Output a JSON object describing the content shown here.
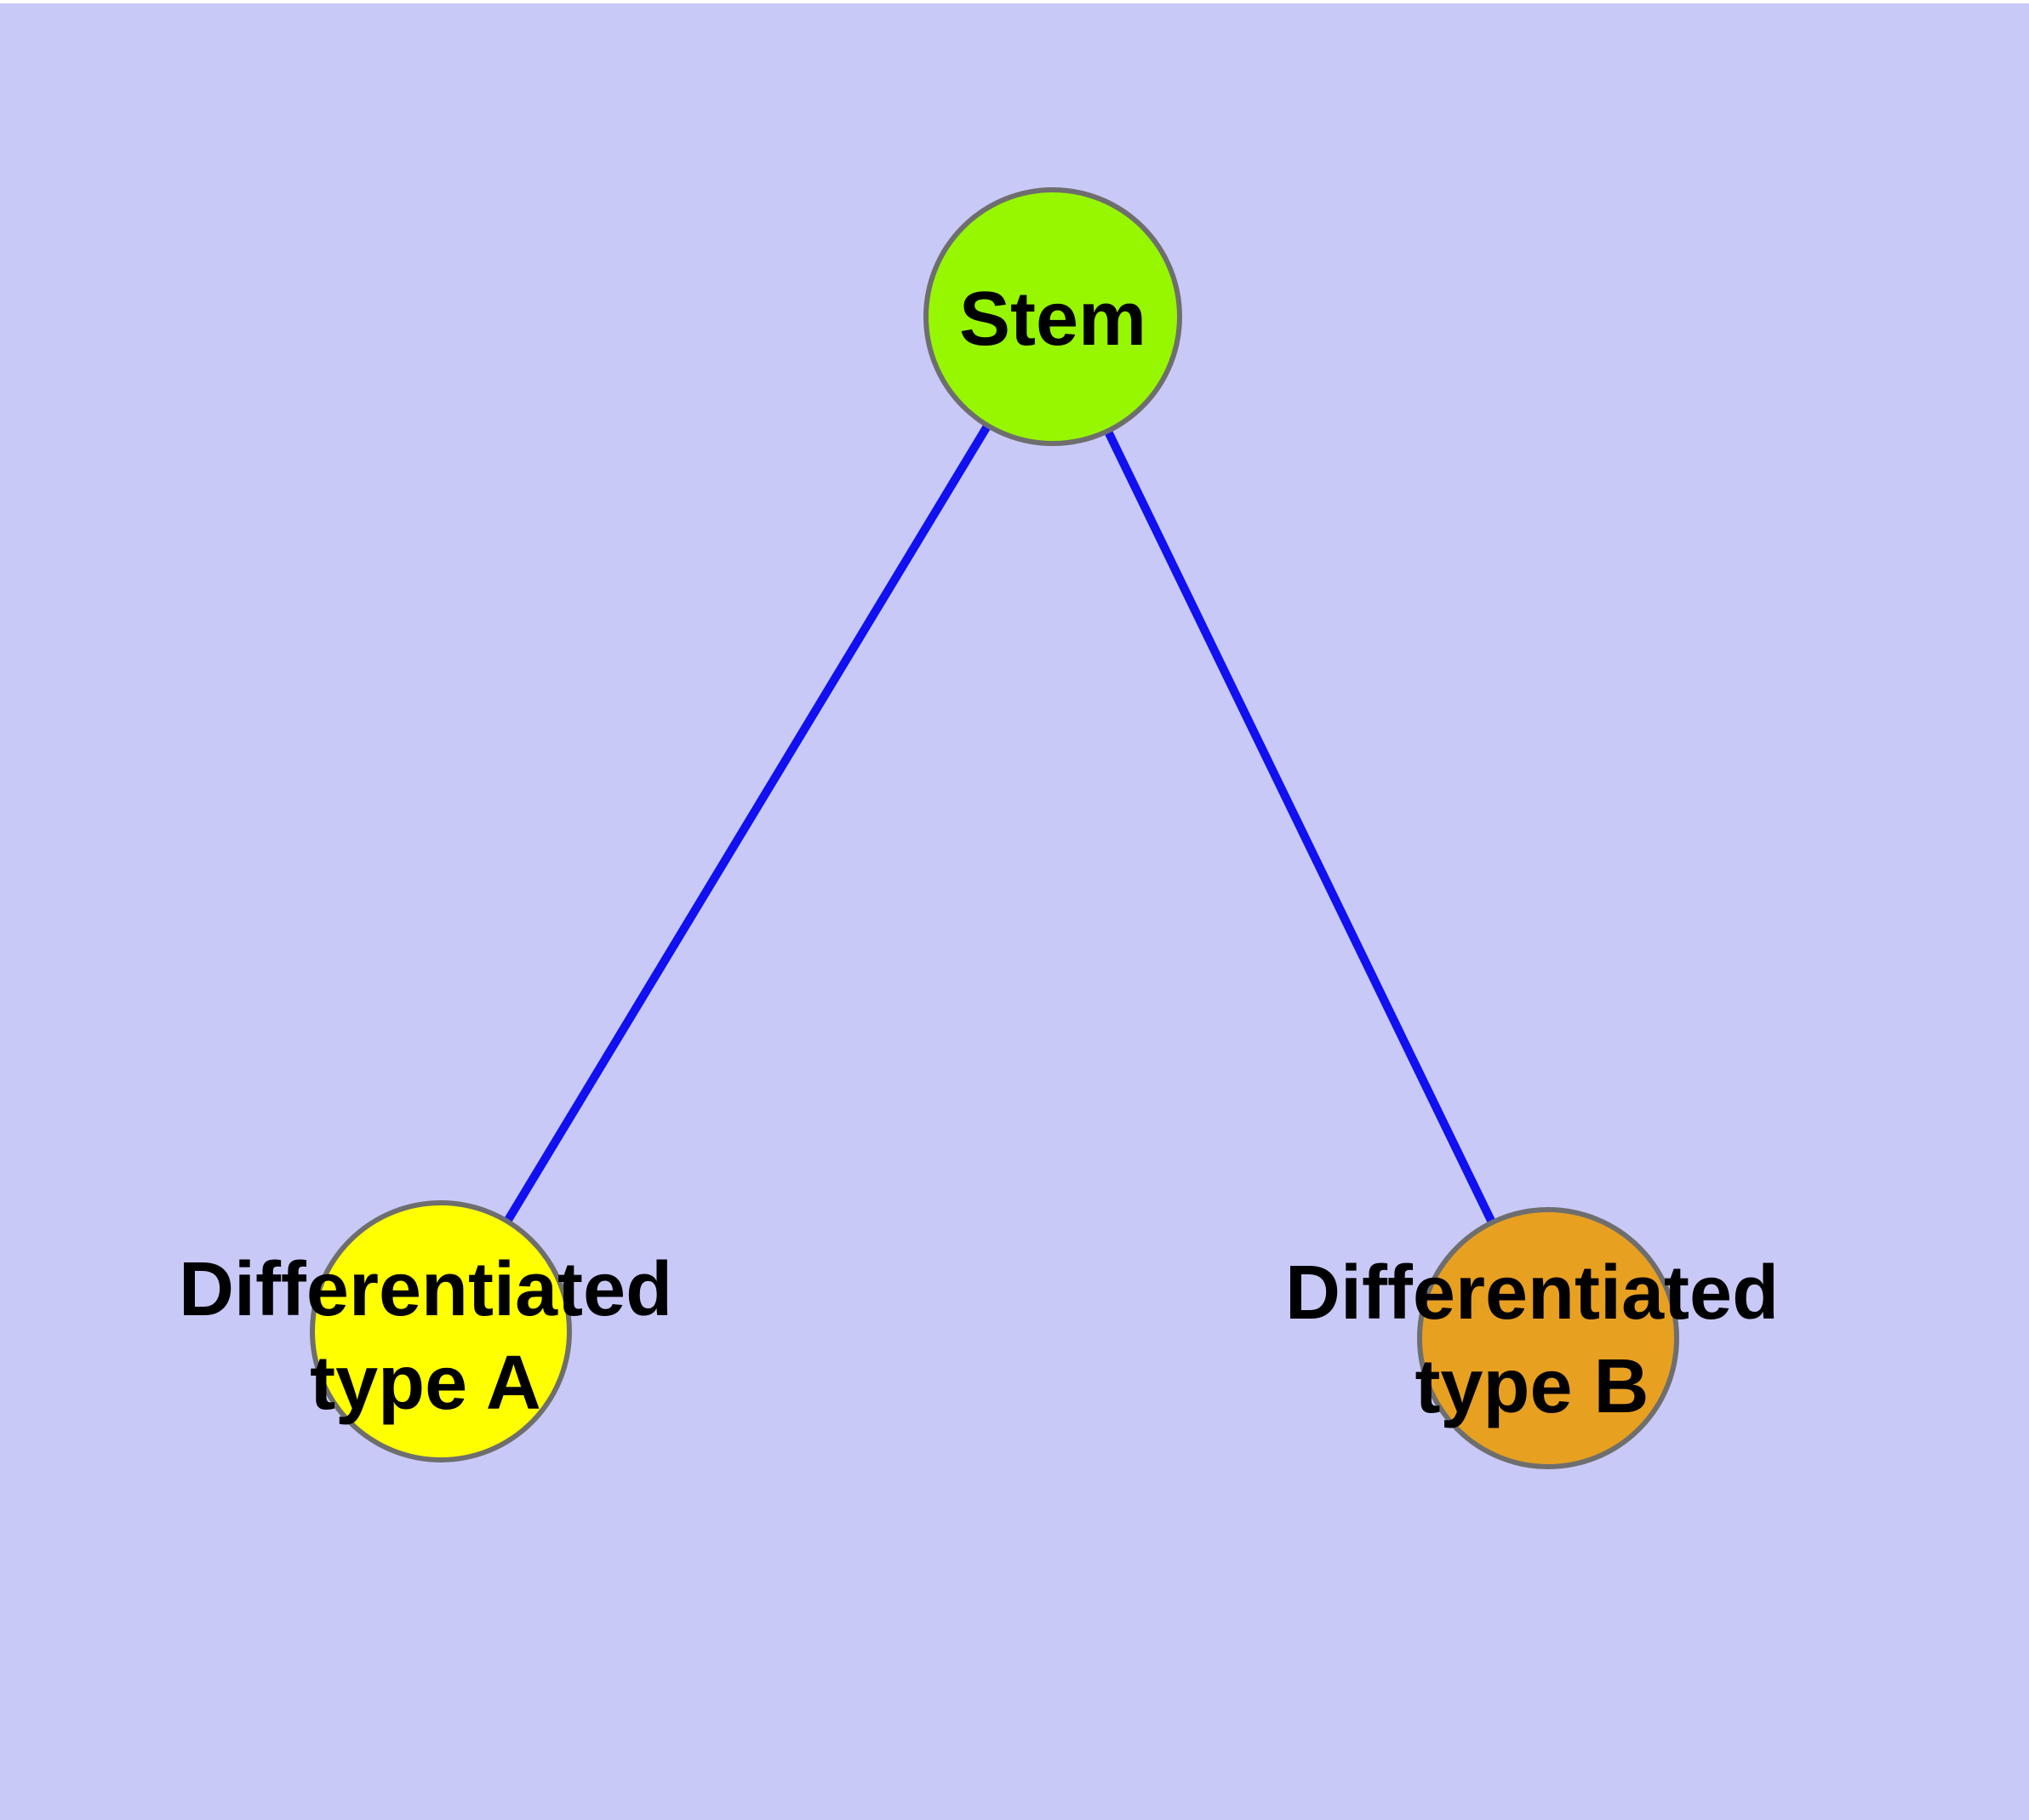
{
  "diagram": {
    "type": "graph",
    "background_color": "#C9C9F8",
    "node_border_color": "#6E6E6E",
    "nodes": {
      "stem": {
        "label_lines": [
          "Stem"
        ],
        "fill": "#96F700"
      },
      "type_a": {
        "label_lines": [
          "Differentiated",
          "type A"
        ],
        "fill": "#FFFF00"
      },
      "type_b": {
        "label_lines": [
          "Differentiated",
          "type B"
        ],
        "fill": "#E8A021"
      }
    },
    "edges": [
      {
        "from": "Stem",
        "to": "Differentiated type A",
        "color": "#1010F0"
      },
      {
        "from": "Stem",
        "to": "Differentiated type B",
        "color": "#1010F0"
      }
    ]
  }
}
